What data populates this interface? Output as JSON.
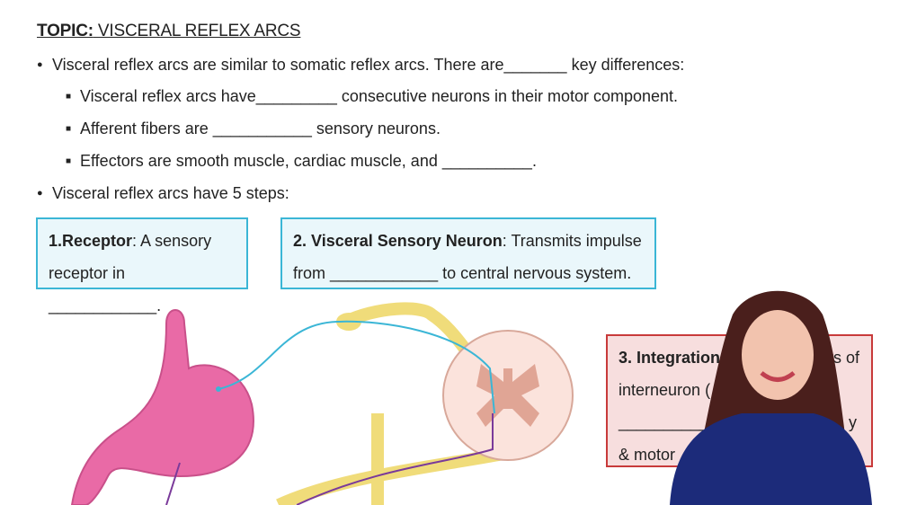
{
  "title": {
    "prefix": "TOPIC:",
    "text": " VISCERAL REFLEX ARCS"
  },
  "bullets": [
    "Visceral reflex arcs are similar to somatic reflex arcs. There are_______ key differences:",
    "Visceral reflex arcs have 5 steps:"
  ],
  "subbullets": [
    "Visceral reflex arcs have_________ consecutive neurons in their motor component.",
    "Afferent fibers are ___________ sensory neurons.",
    "Effectors are smooth muscle, cardiac muscle, and __________."
  ],
  "steps": [
    {
      "label": "1.Receptor",
      "text": ": A sensory receptor in ____________."
    },
    {
      "label": "2. Visceral Sensory Neuron",
      "text": ": Transmits impulse from ____________ to central nervous system."
    },
    {
      "label": "3. Integration",
      "line1": "sts of",
      "line2": "interneuron (",
      "line3": "__________",
      "line3b": "y",
      "line4": "& motor"
    }
  ],
  "colors": {
    "step_box_border": "#3bb6d6",
    "step3_border": "#c83a3a",
    "stomach": "#e96aa6",
    "nerve": "#f0dc7a",
    "sensory_neuron": "#3bb6d6",
    "motor_neuron": "#7a3a9a"
  }
}
